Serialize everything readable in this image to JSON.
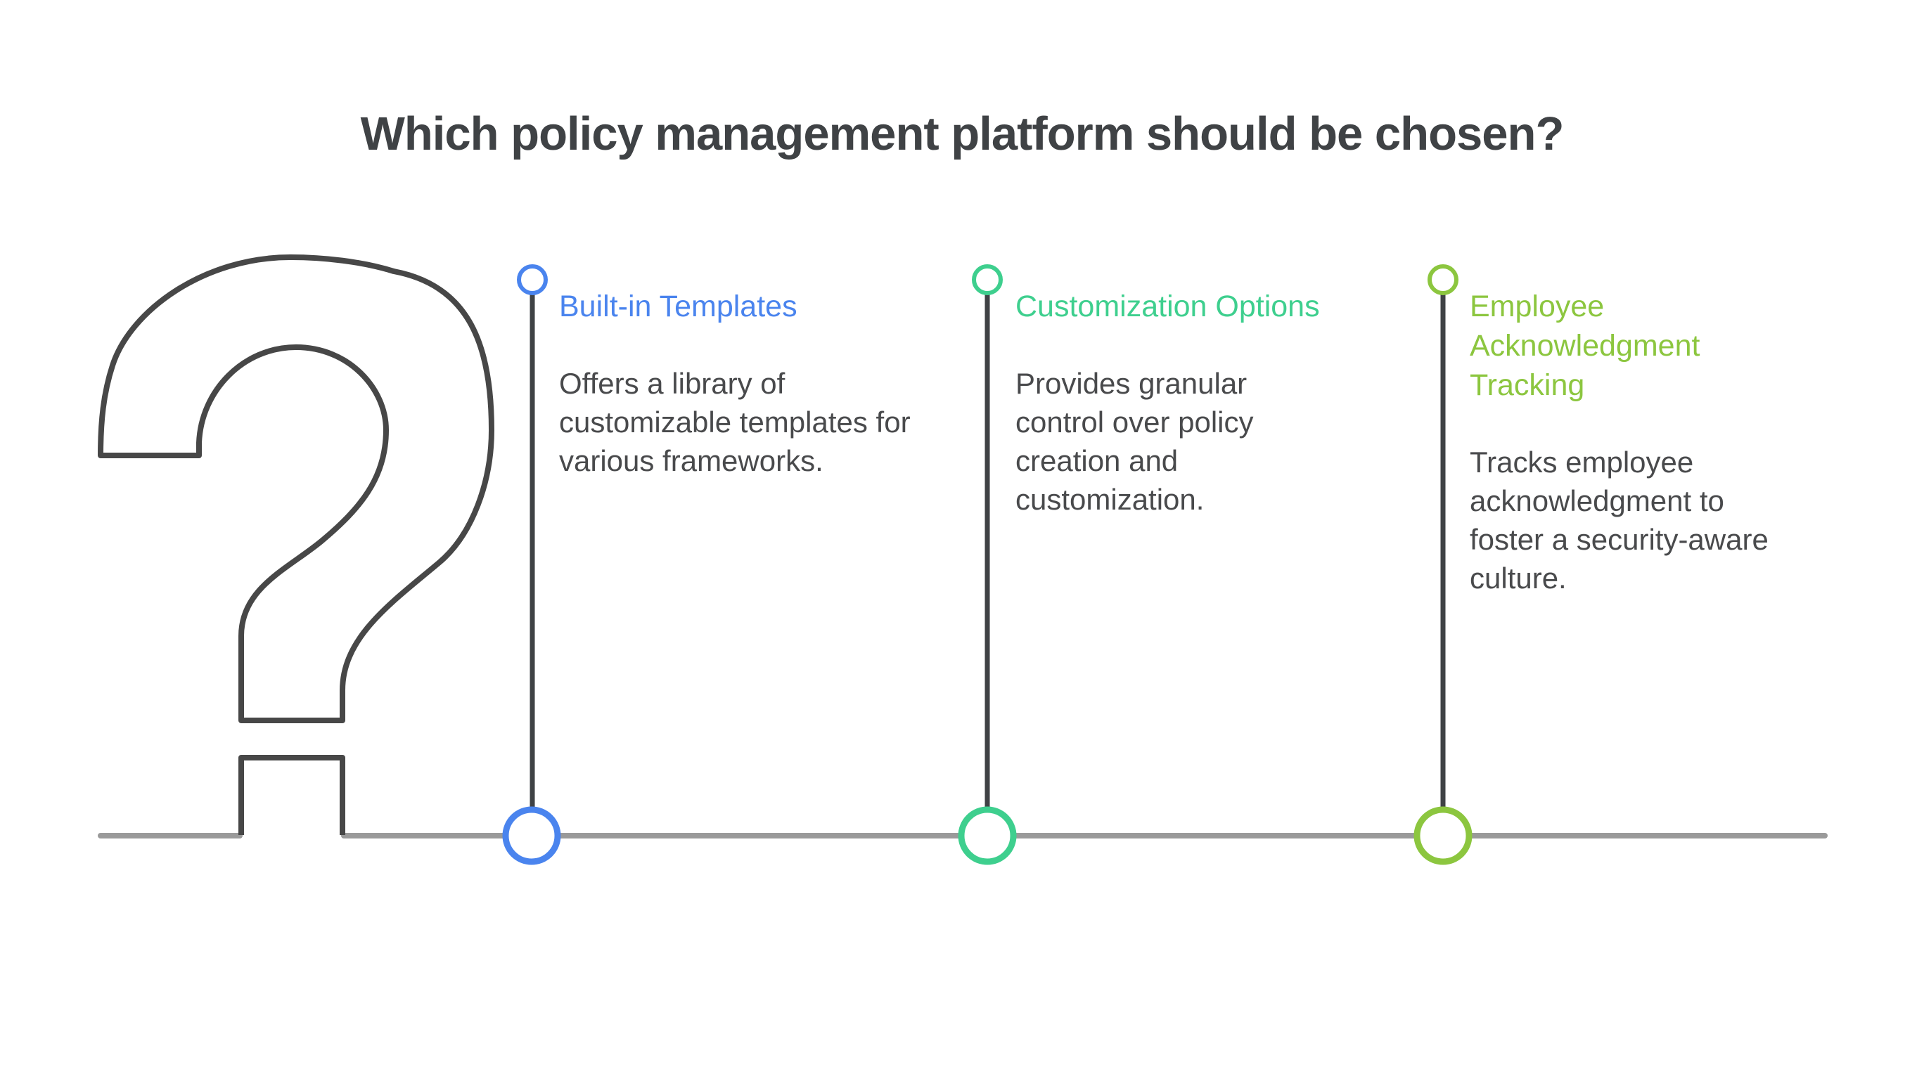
{
  "title": "Which policy management platform should be chosen?",
  "question_mark_glyph": "?",
  "items": [
    {
      "label": "Built-in Templates",
      "description": "Offers a library of customizable templates for various frameworks.",
      "accent": "#4A84EE"
    },
    {
      "label": "Customization Options",
      "description": "Provides granular control over policy creation and customization.",
      "accent": "#3ECF8E"
    },
    {
      "label": "Employee Acknowledgment Tracking",
      "description": "Tracks employee acknowledgment to foster a security-aware culture.",
      "accent": "#8CC63F"
    }
  ],
  "colors": {
    "background": "#FFFFFF",
    "title": "#3F4245",
    "body": "#494A4C",
    "line_dark": "#3F4245",
    "line_gray": "#9A9A9A",
    "qm_stroke": "#474747"
  }
}
